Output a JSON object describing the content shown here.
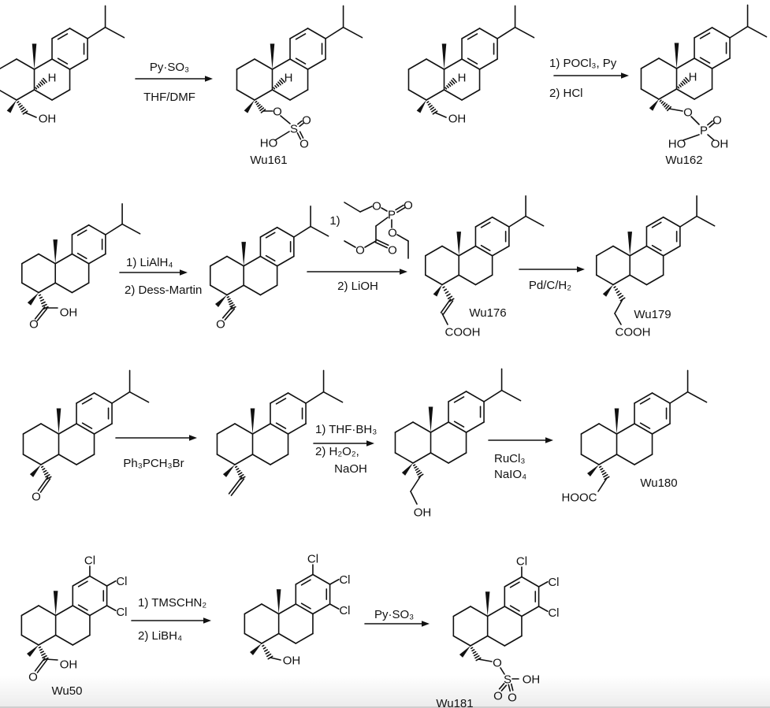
{
  "reactions": [
    {
      "above": [
        "Py·SO₃"
      ],
      "below": [
        "THF/DMF"
      ]
    },
    {
      "above": [
        "1) POCl₃, Py"
      ],
      "below": [
        "2) HCl"
      ]
    },
    {
      "above": [
        "1) LiAlH₄"
      ],
      "below": [
        "2) Dess-Martin"
      ]
    },
    {
      "above": [
        "1)"
      ],
      "below": [
        "2) LiOH"
      ]
    },
    {
      "above": [
        "Pd/C/H₂"
      ],
      "below": []
    },
    {
      "above": [],
      "below": [
        "Ph₃PCH₃Br"
      ]
    },
    {
      "above": [
        "1) THF·BH₃"
      ],
      "below": [
        "2) H₂O₂,",
        "NaOH"
      ]
    },
    {
      "above": [],
      "below": [
        "RuCl₃",
        "NaIO₄"
      ]
    },
    {
      "above": [
        "1) TMSCHN₂"
      ],
      "below": [
        "2) LiBH₄"
      ]
    },
    {
      "above": [
        "Py·SO₃"
      ],
      "below": []
    }
  ],
  "compounds": {
    "wu161": "Wu161",
    "wu162": "Wu162",
    "wu176": "Wu176",
    "wu179": "Wu179",
    "wu180": "Wu180",
    "wu50": "Wu50",
    "wu181": "Wu181"
  },
  "atoms": {
    "OH": "OH",
    "HO": "HO",
    "O": "O",
    "S": "S",
    "P": "P",
    "H": "H",
    "Cl": "Cl",
    "COOH": "COOH",
    "HOOC": "HOOC"
  }
}
